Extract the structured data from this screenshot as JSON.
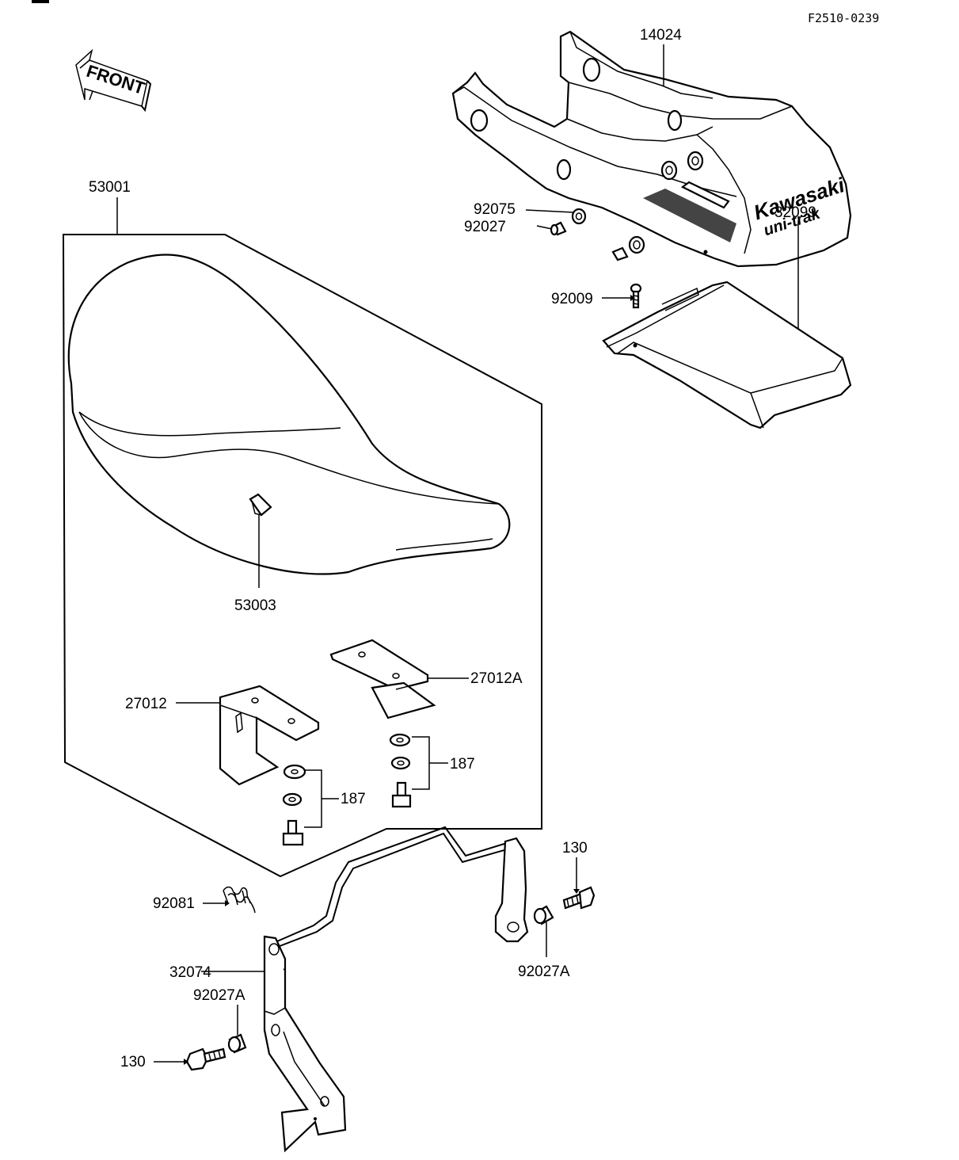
{
  "diagram_code": "F2510-0239",
  "front_label": "FRONT",
  "brand": {
    "name": "Kawasaki",
    "tagline": "uni-trak"
  },
  "callouts": {
    "c14024": "14024",
    "c53001": "53001",
    "c92075": "92075",
    "c92027": "92027",
    "c92009": "92009",
    "c32099": "32099",
    "c53003": "53003",
    "c27012A": "27012A",
    "c27012": "27012",
    "c187_right": "187",
    "c187_left": "187",
    "c130_right": "130",
    "c92081": "92081",
    "c92027A_right": "92027A",
    "c32074": "32074",
    "c92027A_left": "92027A",
    "c130_left": "130"
  }
}
